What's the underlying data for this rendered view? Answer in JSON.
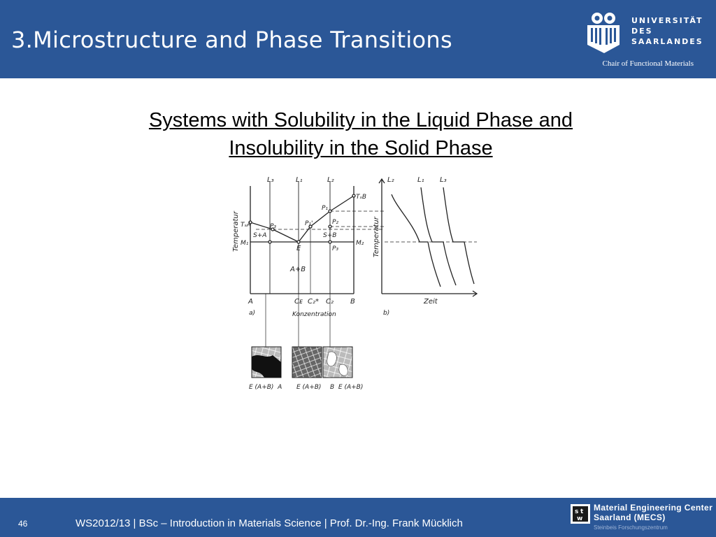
{
  "header": {
    "title": "3.Microstructure and Phase Transitions",
    "university": [
      "UNIVERSITÄT",
      "DES",
      "SAARLANDES"
    ],
    "chair": "Chair of Functional Materials"
  },
  "subtitle": {
    "line1": "Systems with Solubility in the Liquid Phase and",
    "line2": "Insolubility in the Solid Phase"
  },
  "diagram_a": {
    "top_labels": {
      "l3": "L₃",
      "l1": "L₁",
      "l2": "L₂"
    },
    "tsa": "TₛA",
    "tsb": "TₛB",
    "m1": "M₁",
    "m2": "M₂",
    "p1": "P₁",
    "p1_prime": "P₁'",
    "p2": "P₂",
    "p3_left": "P₃",
    "p3_right": "P₃",
    "e": "E",
    "s_plus_a": "S+A",
    "s_plus_b": "S+B",
    "a_plus_b": "A+B",
    "y_axis": "Temperatur",
    "x_ticks": {
      "a": "A",
      "ce": "Cᴇ",
      "c2_star": "C₂*",
      "c2": "C₂",
      "b": "B"
    },
    "panel": "a)",
    "x_axis": "Konzentration"
  },
  "diagram_b": {
    "top_labels": {
      "l2": "L₂",
      "l1": "L₁",
      "l3": "L₃"
    },
    "y_axis": "Temperatur",
    "x_axis": "Zeit",
    "panel": "b)"
  },
  "micrographs": {
    "left": "E (A+B)  A",
    "middle": "E (A+B)",
    "right": "B  E (A+B)"
  },
  "footer": {
    "page": "46",
    "text": "WS2012/13 | BSc – Introduction in Materials Science | Prof. Dr.-Ing. Frank Mücklich",
    "mecs_line1": "Material Engineering Center",
    "mecs_line2": "Saarland (MECS)",
    "mecs_sub": "Steinbeis Forschungszentrum"
  },
  "colors": {
    "brand_blue": "#2b5797"
  }
}
